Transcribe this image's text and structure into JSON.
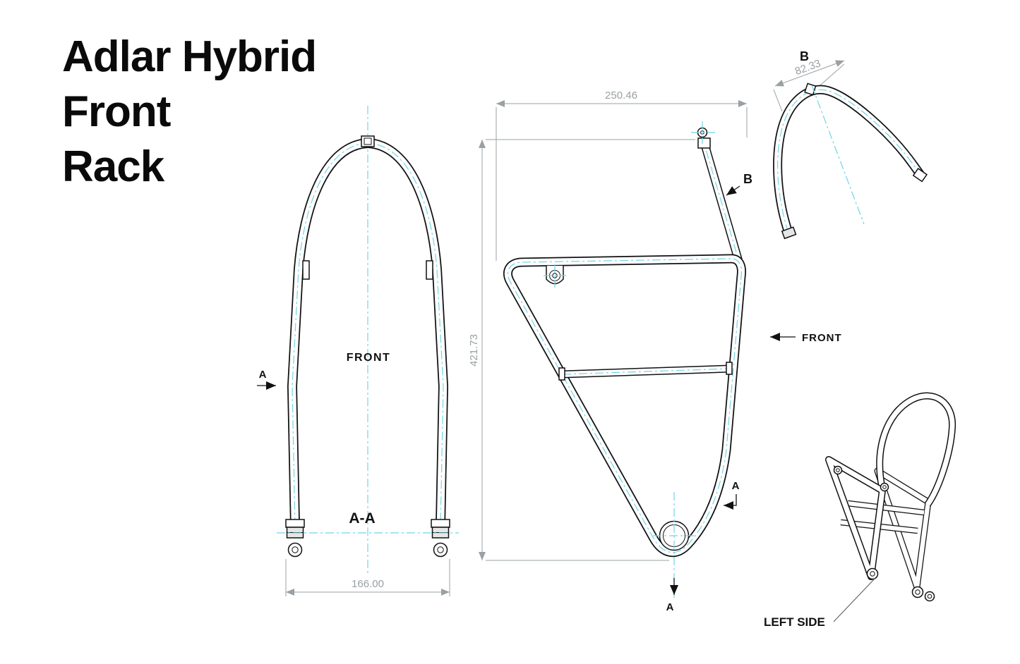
{
  "title": {
    "lines": [
      "Adlar Hybrid",
      "Front",
      "Rack"
    ]
  },
  "front_view": {
    "name_label": "FRONT",
    "section_label": "A-A",
    "cut_arrow_label": "A",
    "width_dim": "166.00"
  },
  "side_view": {
    "top_dim": "250.46",
    "height_dim": "421.73",
    "strut_detail_label": "B",
    "direction_label": "FRONT",
    "cut_label_top": "A",
    "cut_label_bottom": "A"
  },
  "detail_view_b": {
    "label": "B",
    "dim": "82.33"
  },
  "iso_view": {
    "label": "LEFT SIDE"
  },
  "colors": {
    "line": "#111111",
    "centerline": "#6fd5e8",
    "dimension": "#9aa0a3",
    "background": "#ffffff"
  }
}
